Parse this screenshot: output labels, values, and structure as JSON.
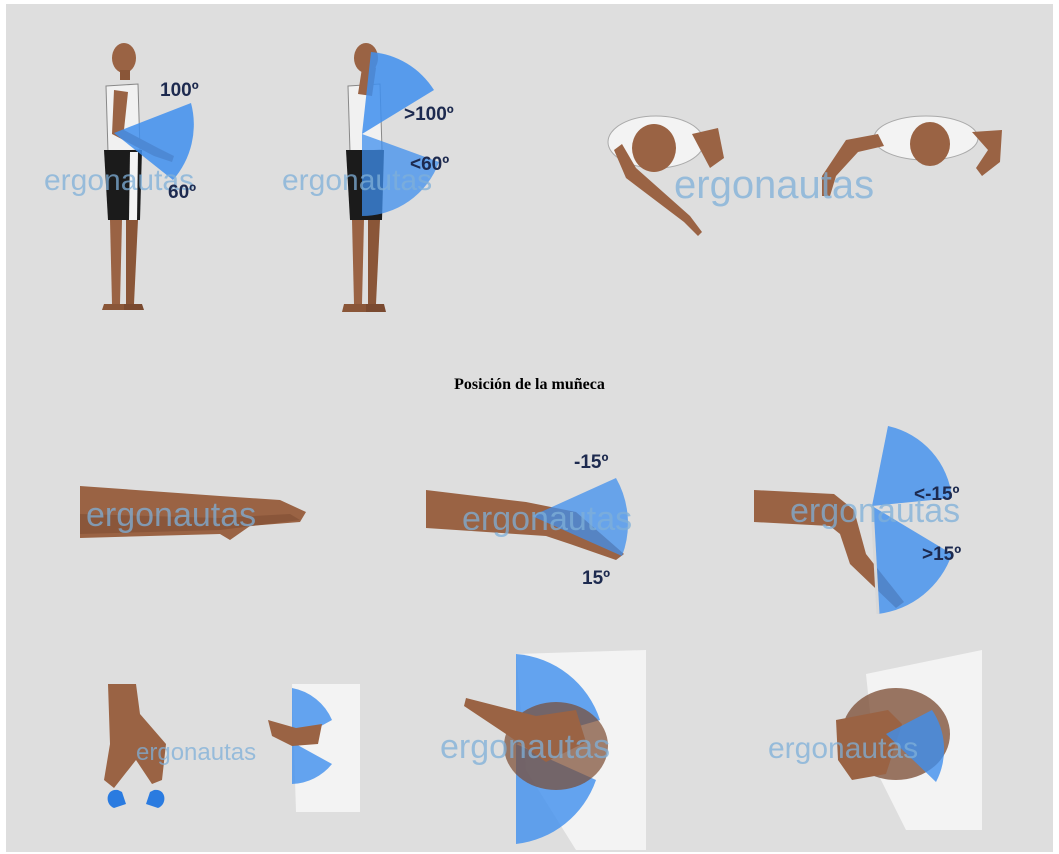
{
  "section_title": "Posición de la muñeca",
  "watermark": "ergonautas",
  "arm_figures": {
    "flexion_label_top": "100º",
    "flexion_label_bottom": "60º",
    "extreme_label_top": ">100º",
    "extreme_label_bottom": "<60º"
  },
  "wrist_figures": {
    "neutral": "",
    "range_label_top": "-15º",
    "range_label_bottom": "15º",
    "extreme_label_top": "<-15º",
    "extreme_label_bottom": ">15º"
  },
  "colors": {
    "background": "#dedede",
    "sector_fill": "#3f8fee",
    "skin": "#9a6344",
    "label": "#1d2a4f"
  }
}
